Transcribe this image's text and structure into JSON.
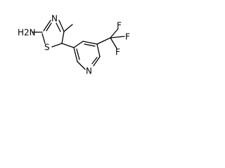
{
  "molecule": {
    "atoms": {
      "amine": "H2N",
      "ring_s": "S",
      "ring_n": "N",
      "pyridine_n": "N",
      "fluorine_top": "F",
      "fluorine_right": "F",
      "fluorine_bottom": "F"
    }
  }
}
